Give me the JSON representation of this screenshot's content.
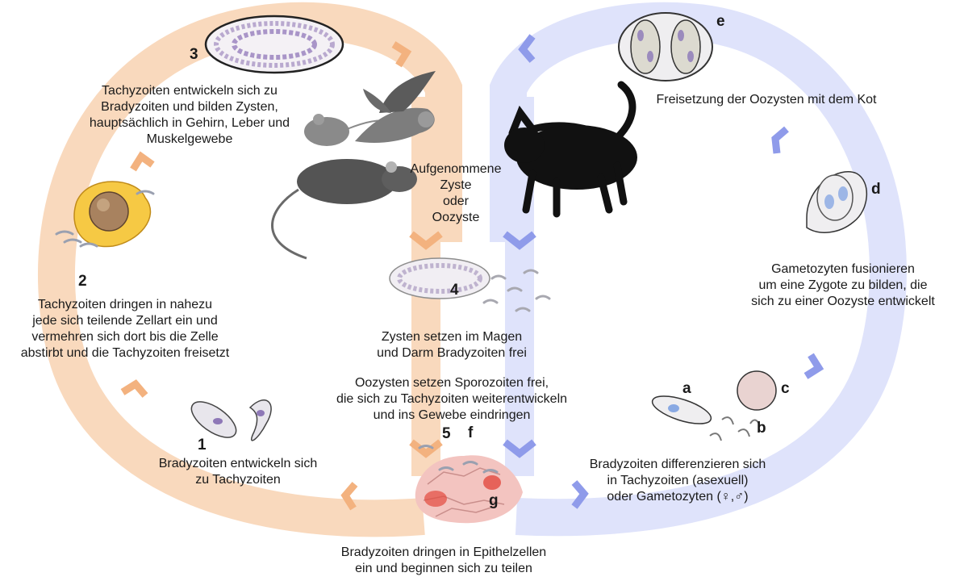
{
  "steps": {
    "s1": {
      "number": "1",
      "lines": [
        "Bradyzoiten entwickeln sich",
        "zu Tachyzoiten"
      ]
    },
    "s2": {
      "number": "2",
      "lines": [
        "Tachyzoiten dringen in nahezu",
        "jede sich teilende Zellart ein und",
        "vermehren sich dort bis die Zelle",
        "abstirbt und die Tachyzoiten freisetzt"
      ]
    },
    "s3": {
      "number": "3",
      "lines": [
        "Tachyzoiten entwickeln sich zu",
        "Bradyzoiten und bilden Zysten,",
        "hauptsächlich in Gehirn, Leber und",
        "Muskelgewebe"
      ]
    },
    "s4": {
      "number": "4",
      "lines": [
        "Zysten setzen im Magen",
        "und Darm Bradyzoiten frei"
      ]
    },
    "s5": {
      "number": "5",
      "lines": [
        "Oozysten setzen Sporozoiten frei,",
        "die sich zu Tachyzoiten weiterentwickeln",
        "und ins Gewebe eindringen"
      ]
    }
  },
  "center": {
    "lines": [
      "Aufgenommene",
      "Zyste",
      "oder",
      "Oozyste"
    ]
  },
  "bottom": {
    "lines": [
      "Bradyzoiten dringen in Epithelzellen",
      "ein und beginnen sich zu teilen"
    ]
  },
  "cat_cycle": {
    "e": {
      "letter": "e",
      "lines": [
        "Freisetzung der Oozysten mit dem Kot"
      ]
    },
    "d": {
      "letter": "d",
      "lines": [
        "Gametozyten fusionieren",
        "um eine Zygote zu bilden, die",
        "sich zu einer Oozyste entwickelt"
      ]
    },
    "differentiate": {
      "lines": [
        "Bradyzoiten differenzieren sich",
        "in Tachyzoiten (asexuell)",
        "oder Gametozyten (♀,♂)"
      ]
    },
    "a": "a",
    "b": "b",
    "c": "c",
    "f": "f",
    "g": "g"
  },
  "colors": {
    "host_cycle": "#f9d9bd",
    "cat_cycle": "#dfe3fb",
    "host_arrow": "#f3b27f",
    "cat_arrow": "#8f9bea"
  }
}
